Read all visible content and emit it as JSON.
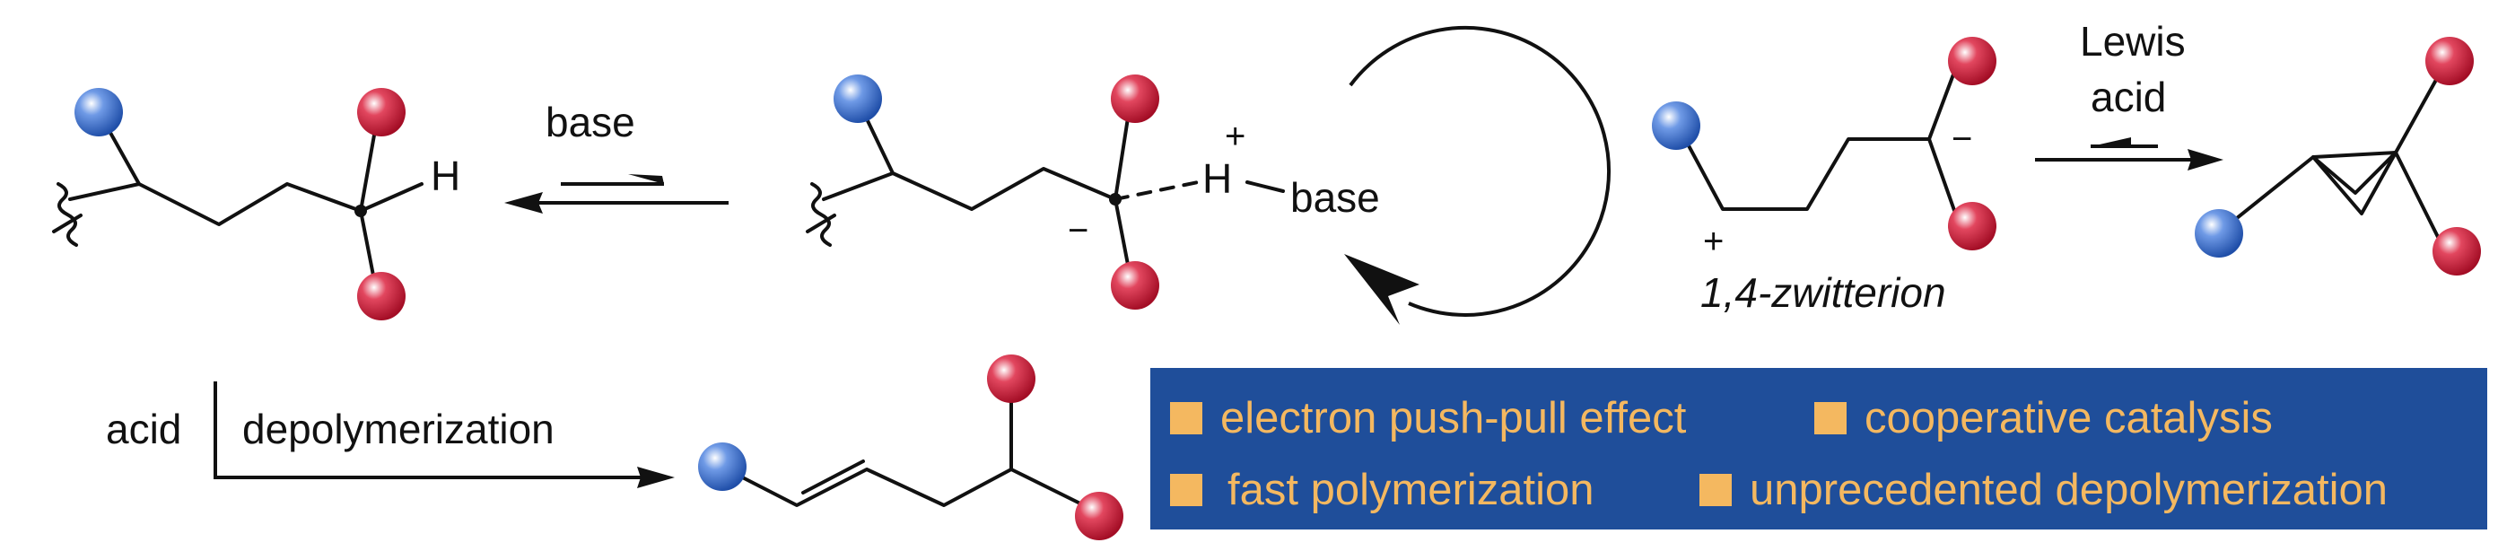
{
  "reagents": {
    "base": "base",
    "lewis_line1": "Lewis",
    "lewis_line2": "acid",
    "acid": "acid",
    "depolymerization": "depolymerization"
  },
  "atoms": {
    "h": "H",
    "h_plus": "+",
    "base_partner": "base",
    "minus": "−",
    "plus": "+"
  },
  "zwitterion_label": "1,4-zwitterion",
  "features": [
    "electron push-pull effect",
    "cooperative catalysis",
    "fast polymerization",
    "unprecedented depolymerization"
  ],
  "colors": {
    "donor_sphere": "#2f63c3",
    "acceptor_sphere": "#c8102e",
    "panel_background": "#1f4e9a",
    "panel_text": "#f4b860"
  }
}
